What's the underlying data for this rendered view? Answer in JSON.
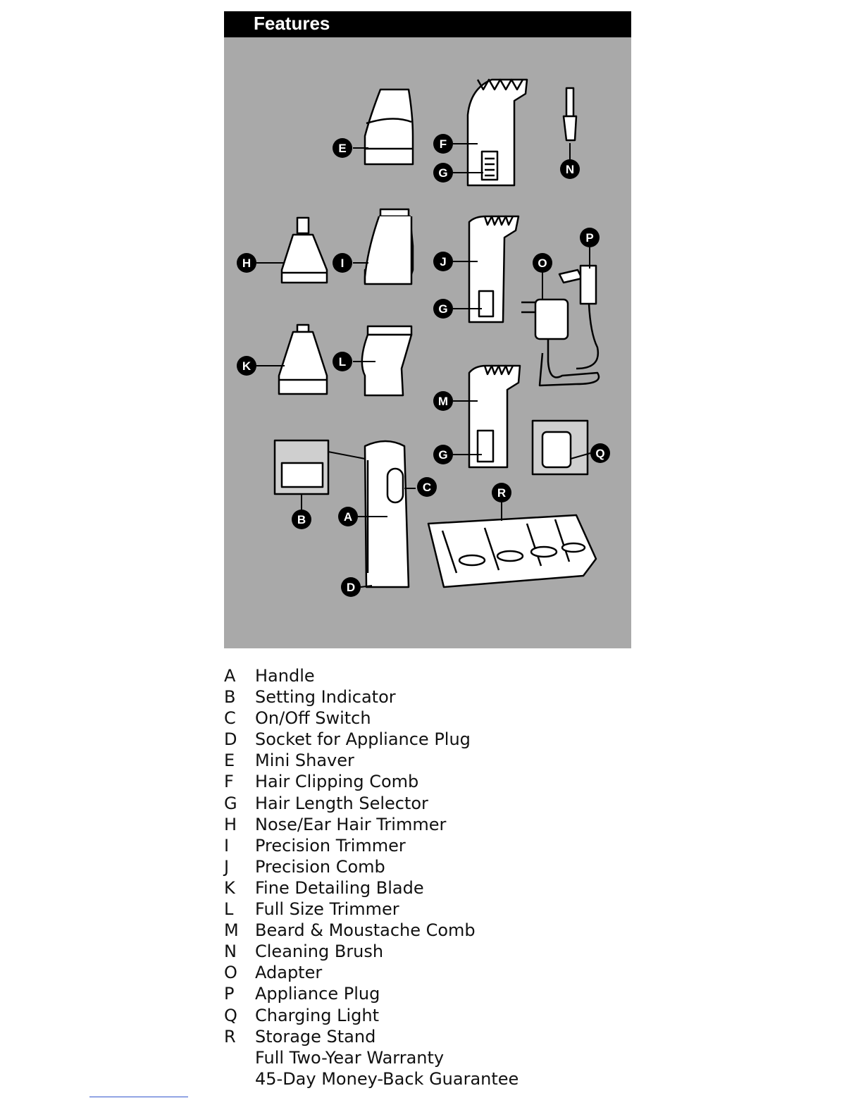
{
  "header": {
    "title": "Features"
  },
  "callouts": [
    "A",
    "B",
    "C",
    "D",
    "E",
    "F",
    "G",
    "H",
    "I",
    "J",
    "K",
    "L",
    "M",
    "N",
    "O",
    "P",
    "Q",
    "R"
  ],
  "legend": [
    {
      "letter": "A",
      "label": "Handle"
    },
    {
      "letter": "B",
      "label": "Setting Indicator"
    },
    {
      "letter": "C",
      "label": "On/Off Switch"
    },
    {
      "letter": "D",
      "label": "Socket for Appliance Plug"
    },
    {
      "letter": "E",
      "label": "Mini Shaver"
    },
    {
      "letter": "F",
      "label": "Hair Clipping Comb"
    },
    {
      "letter": "G",
      "label": "Hair Length Selector"
    },
    {
      "letter": "H",
      "label": "Nose/Ear Hair Trimmer"
    },
    {
      "letter": "I",
      "label": "Precision Trimmer"
    },
    {
      "letter": "J",
      "label": "Precision Comb"
    },
    {
      "letter": "K",
      "label": "Fine Detailing Blade"
    },
    {
      "letter": "L",
      "label": "Full Size Trimmer"
    },
    {
      "letter": "M",
      "label": "Beard & Moustache Comb"
    },
    {
      "letter": "N",
      "label": "Cleaning Brush"
    },
    {
      "letter": "O",
      "label": "Adapter"
    },
    {
      "letter": "P",
      "label": "Appliance Plug"
    },
    {
      "letter": "Q",
      "label": "Charging Light"
    },
    {
      "letter": "R",
      "label": "Storage Stand"
    }
  ],
  "extras": [
    "Full Two-Year Warranty",
    "45-Day Money-Back Guarantee"
  ]
}
